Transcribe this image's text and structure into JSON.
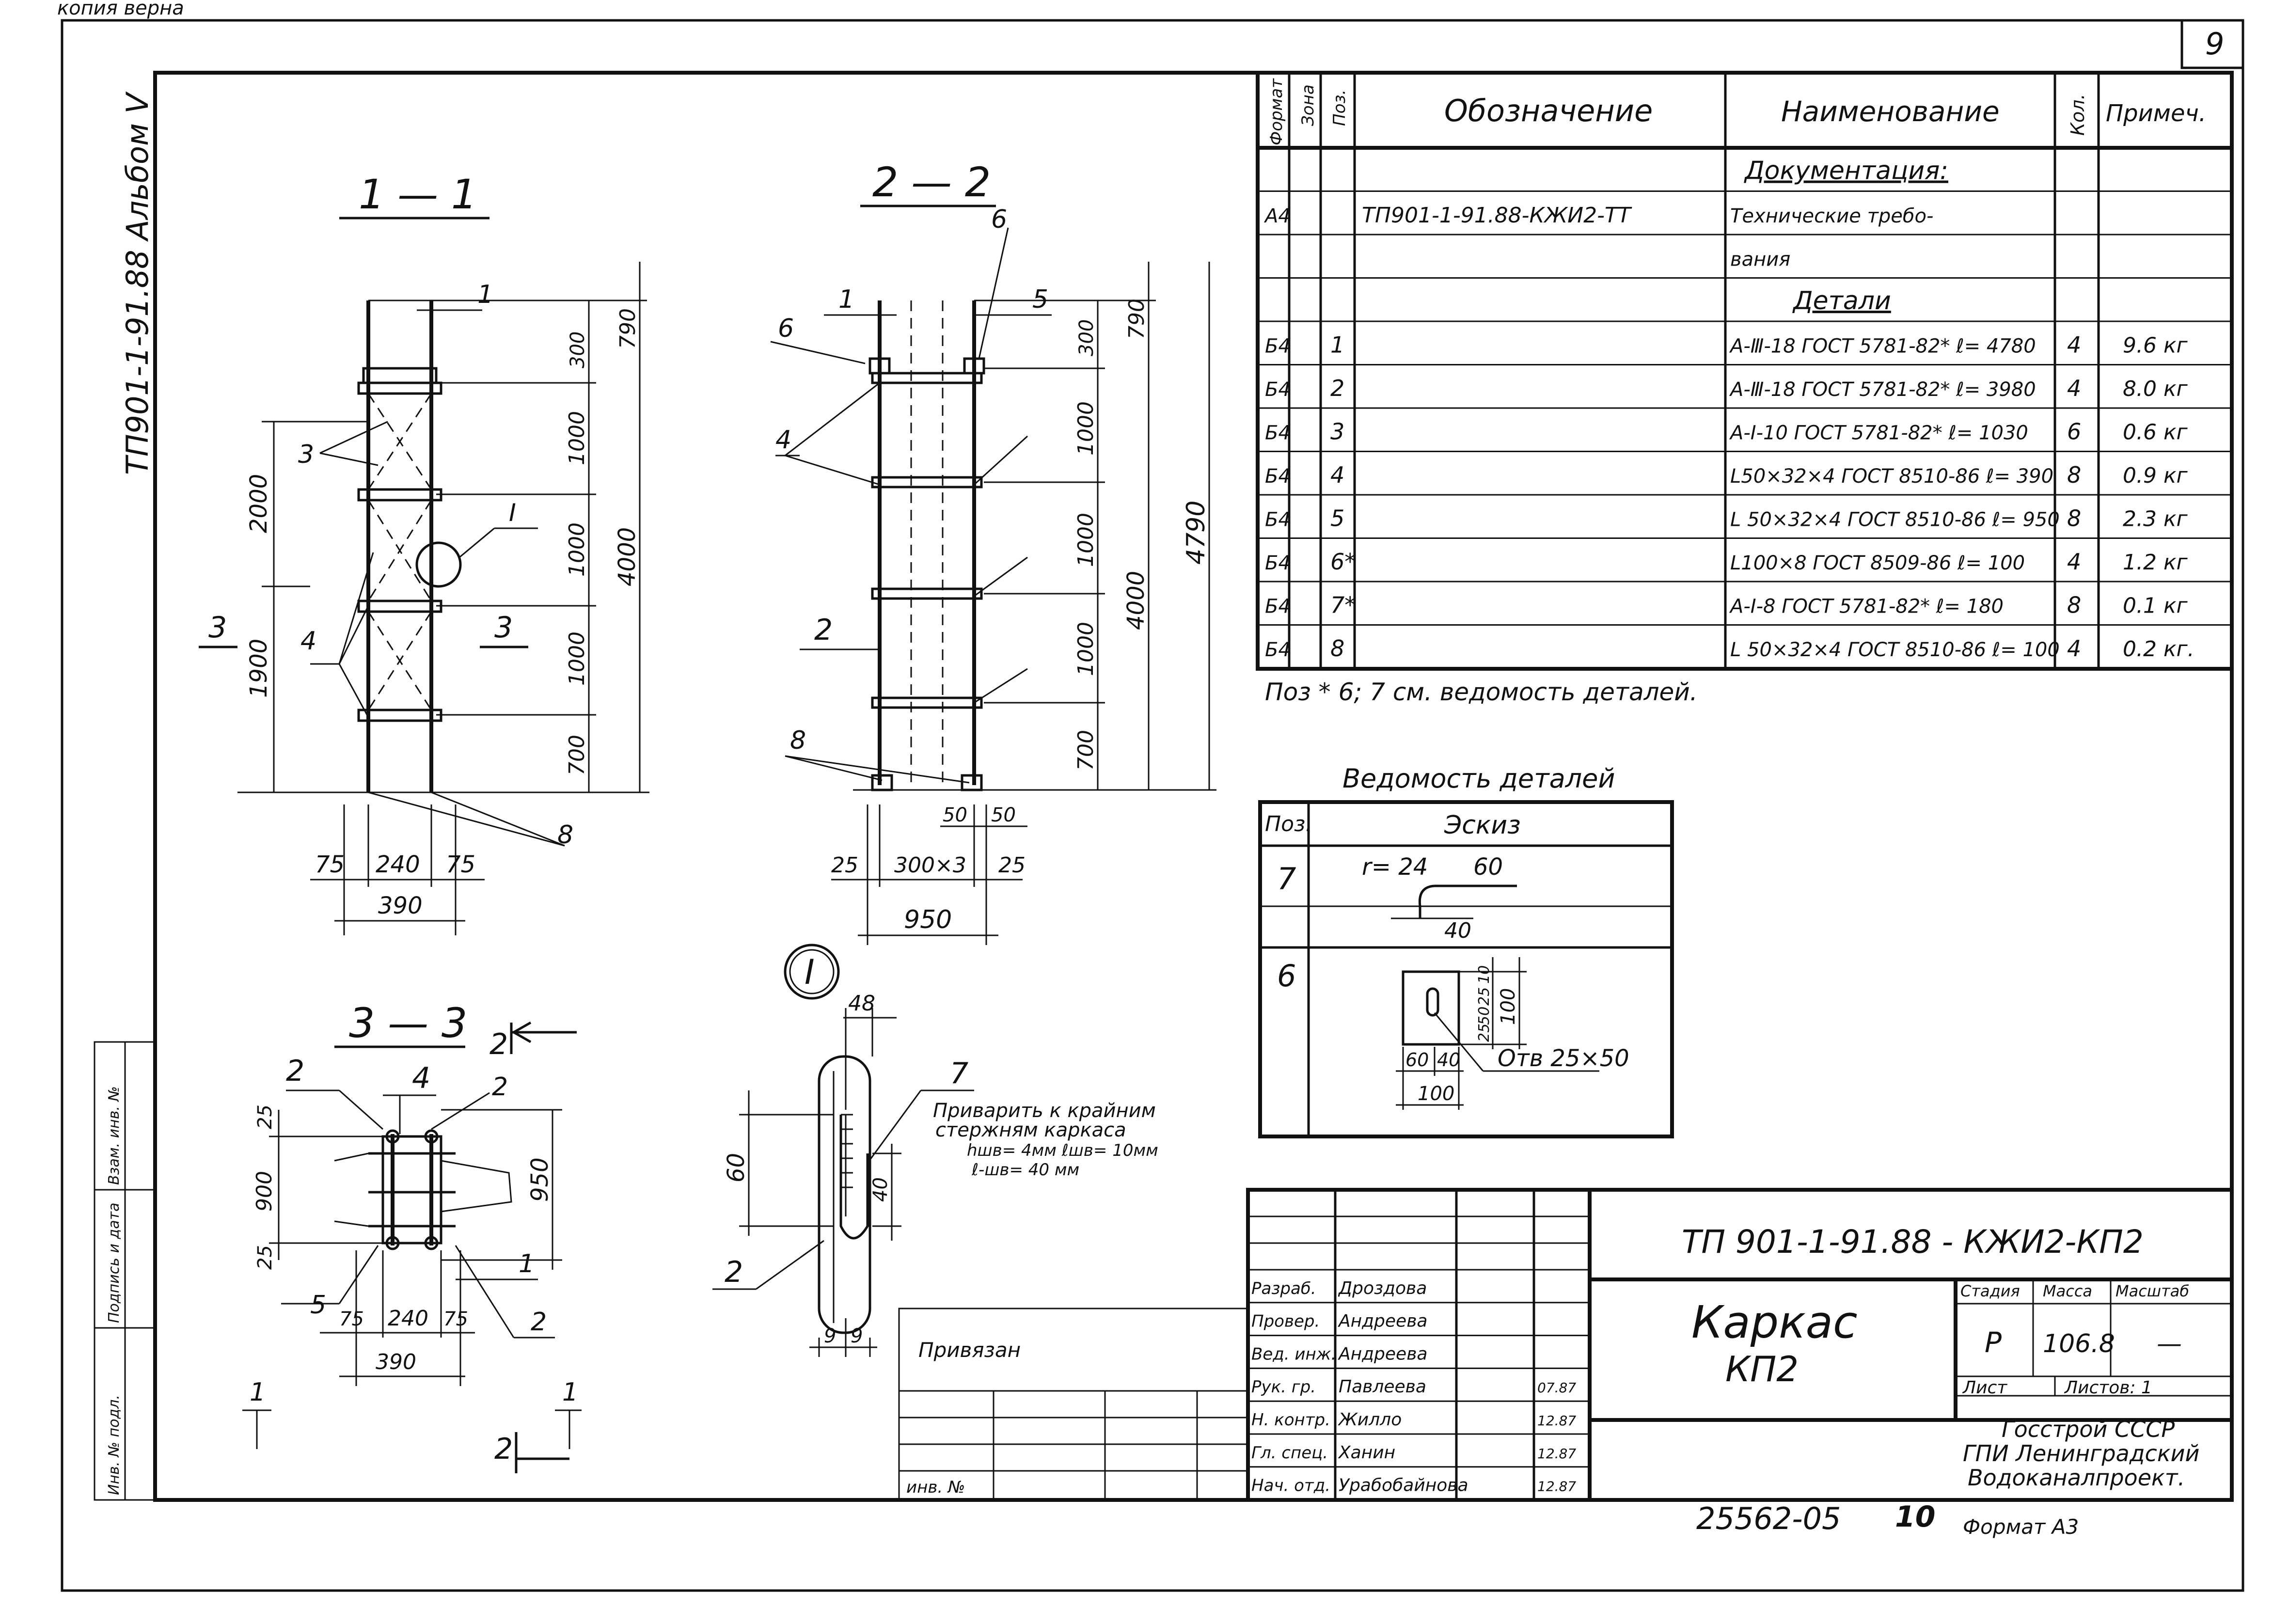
{
  "corner_note": "копия верна",
  "sheet_number": "9",
  "album_label": "ТП901-1-91.88 Альбом V",
  "views": {
    "s1": {
      "title": "1 — 1",
      "pos_1": "1",
      "pos_3a": "3",
      "pos_3b": "3",
      "pos_3c": "3",
      "pos_4": "4",
      "pos_8": "8",
      "node_callout": "I",
      "dims_left": [
        "2000",
        "1900"
      ],
      "dims_right": [
        "300",
        "1000",
        "1000",
        "1000",
        "700"
      ],
      "dim_right_total": "4000",
      "dim_right_top": "790",
      "dims_bottom": [
        "75",
        "240",
        "75"
      ],
      "dim_bottom_total": "390"
    },
    "s2": {
      "title": "2 — 2",
      "pos_6a": "6",
      "pos_6b": "6",
      "pos_1": "1",
      "pos_5": "5",
      "pos_4": "4",
      "pos_2": "2",
      "pos_8": "8",
      "dims_right": [
        "300",
        "1000",
        "1000",
        "1000",
        "700"
      ],
      "dim_right_total": "4000",
      "dim_right_top": "790",
      "dim_overall": "4790",
      "dim_top_small": [
        "50",
        "50"
      ],
      "dims_bottom": [
        "25",
        "300×3",
        "25"
      ],
      "dim_bottom_total": "950"
    },
    "s3": {
      "title": "3 — 3",
      "pos_2a": "2",
      "pos_4": "4",
      "pos_2b": "2",
      "pos_1": "1",
      "pos_5": "5",
      "pos_2c": "2",
      "section_mark_top": "2",
      "section_mark_bottom": "2",
      "cut_left": "1",
      "cut_right": "1",
      "dims_left": [
        "25",
        "900",
        "25"
      ],
      "dim_right": "950",
      "dims_bottom": [
        "75",
        "240",
        "75"
      ],
      "dim_bottom_total": "390"
    },
    "node": {
      "mark": "I",
      "dim_top": "48",
      "dim_left": "60",
      "dim_right": "40",
      "dims_bottom": [
        "9",
        "9"
      ],
      "pos_7": "7",
      "pos_2": "2",
      "note_line1": "Приварить к крайним",
      "note_line2": "стержням каркаса",
      "note_line3": "hшв= 4мм  ℓшв= 10мм",
      "note_line4": "ℓ-шв= 40 мм"
    }
  },
  "spec_table": {
    "headers": [
      "Формат",
      "Зона",
      "Поз.",
      "Обозначение",
      "Наименование",
      "Кол.",
      "Примеч."
    ],
    "rows": [
      {
        "format": "",
        "zone": "",
        "pos": "",
        "designation": "",
        "name": "Документация:",
        "qty": "",
        "note": ""
      },
      {
        "format": "А4",
        "zone": "",
        "pos": "",
        "designation": "ТП901-1-91.88-КЖИ2-ТТ",
        "name": "Технические   требо-",
        "qty": "",
        "note": ""
      },
      {
        "format": "",
        "zone": "",
        "pos": "",
        "designation": "",
        "name": "вания",
        "qty": "",
        "note": ""
      },
      {
        "format": "",
        "zone": "",
        "pos": "",
        "designation": "",
        "name": "Детали",
        "qty": "",
        "note": ""
      },
      {
        "format": "Б4",
        "zone": "",
        "pos": "1",
        "designation": "",
        "name": "А-Ⅲ-18 ГОСТ 5781-82* ℓ= 4780",
        "qty": "4",
        "note": "9.6 кг"
      },
      {
        "format": "Б4",
        "zone": "",
        "pos": "2",
        "designation": "",
        "name": "А-Ⅲ-18 ГОСТ 5781-82* ℓ= 3980",
        "qty": "4",
        "note": "8.0 кг"
      },
      {
        "format": "Б4",
        "zone": "",
        "pos": "3",
        "designation": "",
        "name": "А-Ⅰ-10 ГОСТ 5781-82* ℓ= 1030",
        "qty": "6",
        "note": "0.6 кг"
      },
      {
        "format": "Б4",
        "zone": "",
        "pos": "4",
        "designation": "",
        "name": "L50×32×4  ГОСТ 8510-86  ℓ= 390",
        "qty": "8",
        "note": "0.9 кг"
      },
      {
        "format": "Б4",
        "zone": "",
        "pos": "5",
        "designation": "",
        "name": "L 50×32×4 ГОСТ 8510-86 ℓ= 950",
        "qty": "8",
        "note": "2.3 кг"
      },
      {
        "format": "Б4",
        "zone": "",
        "pos": "6*",
        "designation": "",
        "name": "L100×8  ГОСТ 8509-86  ℓ= 100",
        "qty": "4",
        "note": "1.2 кг"
      },
      {
        "format": "Б4",
        "zone": "",
        "pos": "7*",
        "designation": "",
        "name": "А-Ⅰ-8  ГОСТ 5781-82*  ℓ= 180",
        "qty": "8",
        "note": "0.1 кг"
      },
      {
        "format": "Б4",
        "zone": "",
        "pos": "8",
        "designation": "",
        "name": "L 50×32×4 ГОСТ 8510-86 ℓ= 100",
        "qty": "4",
        "note": "0.2 кг."
      }
    ],
    "footnote": "Поз * 6; 7  см. ведомость деталей."
  },
  "details_list": {
    "title": "Ведомость деталей",
    "headers": [
      "Поз.",
      "Эскиз"
    ],
    "row7": {
      "pos": "7",
      "r": "r= 24",
      "len": "60",
      "leg": "40"
    },
    "row6": {
      "pos": "6",
      "dims_side": [
        "10",
        "25",
        "50",
        "25"
      ],
      "dim_side_total": "100",
      "dims_bottom": [
        "60",
        "40"
      ],
      "dim_bottom_total": "100",
      "hole": "Отв 25×50"
    }
  },
  "title_block": {
    "code": "ТП 901-1-91.88   -   КЖИ2-КП2",
    "part_name_1": "Каркас",
    "part_name_2": "КП2",
    "stage_label": "Стадия",
    "mass_label": "Масса",
    "scale_label": "Масштаб",
    "stage": "Р",
    "mass": "106.8",
    "scale": "—",
    "sheet_label": "Лист",
    "sheets_label": "Листов: 1",
    "org_1": "Госстрой СССР",
    "org_2": "ГПИ Ленинградский",
    "org_3": "Водоканалпроект.",
    "linked": "Привязан",
    "inv": "инв. №",
    "signers": [
      {
        "role": "Разраб.",
        "name": "Дроздова",
        "date": ""
      },
      {
        "role": "Провер.",
        "name": "Андреева",
        "date": ""
      },
      {
        "role": "Вед. инж.",
        "name": "Андреева",
        "date": ""
      },
      {
        "role": "Рук. гр.",
        "name": "Павлеева",
        "date": "07.87"
      },
      {
        "role": "Н. контр.",
        "name": "Жилло",
        "date": "12.87"
      },
      {
        "role": "Гл. спец.",
        "name": "Ханин",
        "date": "12.87"
      },
      {
        "role": "Нач. отд.",
        "name": "Урабобайнова",
        "date": "12.87"
      }
    ]
  },
  "side_stamp": [
    "Инв. № подл.",
    "Подпись и дата",
    "Взам. инв. №"
  ],
  "bottom_number": "25562-05",
  "bottom_sheet": "10",
  "format": "Формат А3"
}
